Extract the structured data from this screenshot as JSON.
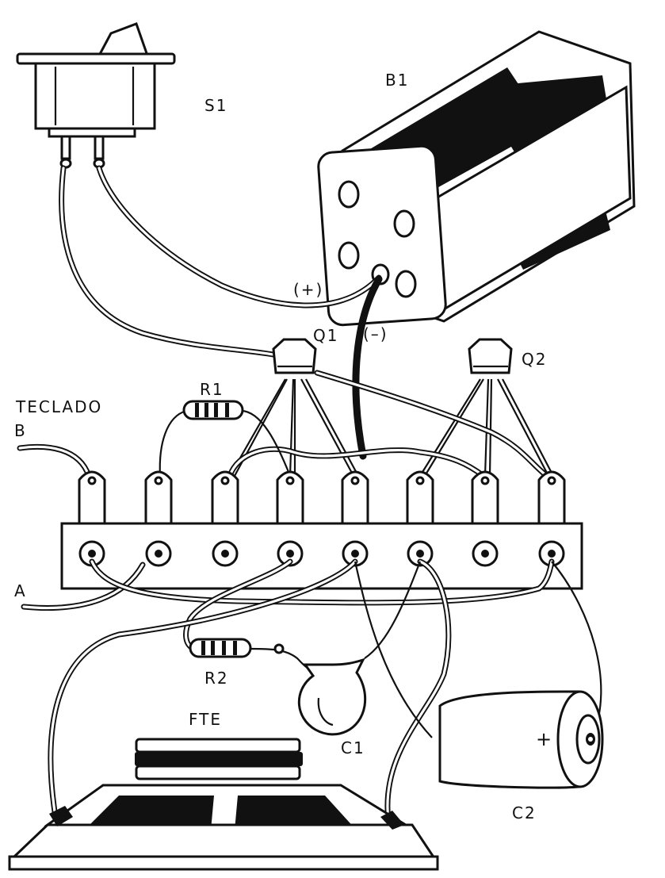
{
  "labels": {
    "s1": "S1",
    "b1": "B1",
    "plus": "(+)",
    "minus": "(–)",
    "q1": "Q1",
    "q2": "Q2",
    "r1": "R1",
    "teclado": "TECLADO",
    "b": "B",
    "a": "A",
    "r2": "R2",
    "c1": "C1",
    "fte": "FTE",
    "c2": "C2",
    "c2_plus": "+"
  },
  "terminal_strip": {
    "lugs": 8,
    "screws": 8
  },
  "colors": {
    "ink": "#111111",
    "paper": "#ffffff"
  }
}
